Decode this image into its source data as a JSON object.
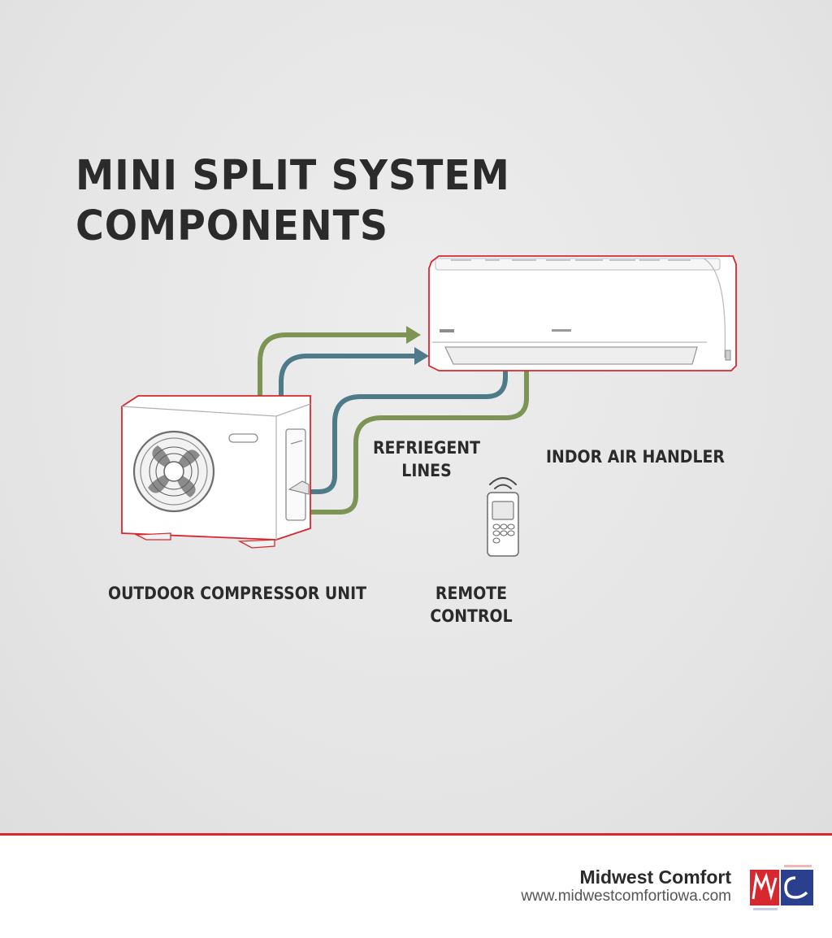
{
  "diagram": {
    "title_line1": "MINI SPLIT SYSTEM",
    "title_line2": "COMPONENTS",
    "labels": {
      "outdoor_unit": "OUTDOOR COMPRESSOR UNIT",
      "refrigerant_line1": "REFRIEGENT",
      "refrigerant_line2": "LINES",
      "indoor_unit": "INDOR AIR HANDLER",
      "remote_line1": "REMOTE",
      "remote_line2": "CONTROL"
    },
    "colors": {
      "outline_accent": "#d8282f",
      "line_green": "#7d9455",
      "line_blue": "#4f7a8a",
      "text": "#2b2b2b"
    }
  },
  "footer": {
    "brand_name": "Midwest Comfort",
    "url": "www.midwestcomfortiowa.com",
    "logo_icon": "midwest-comfort-logo"
  }
}
